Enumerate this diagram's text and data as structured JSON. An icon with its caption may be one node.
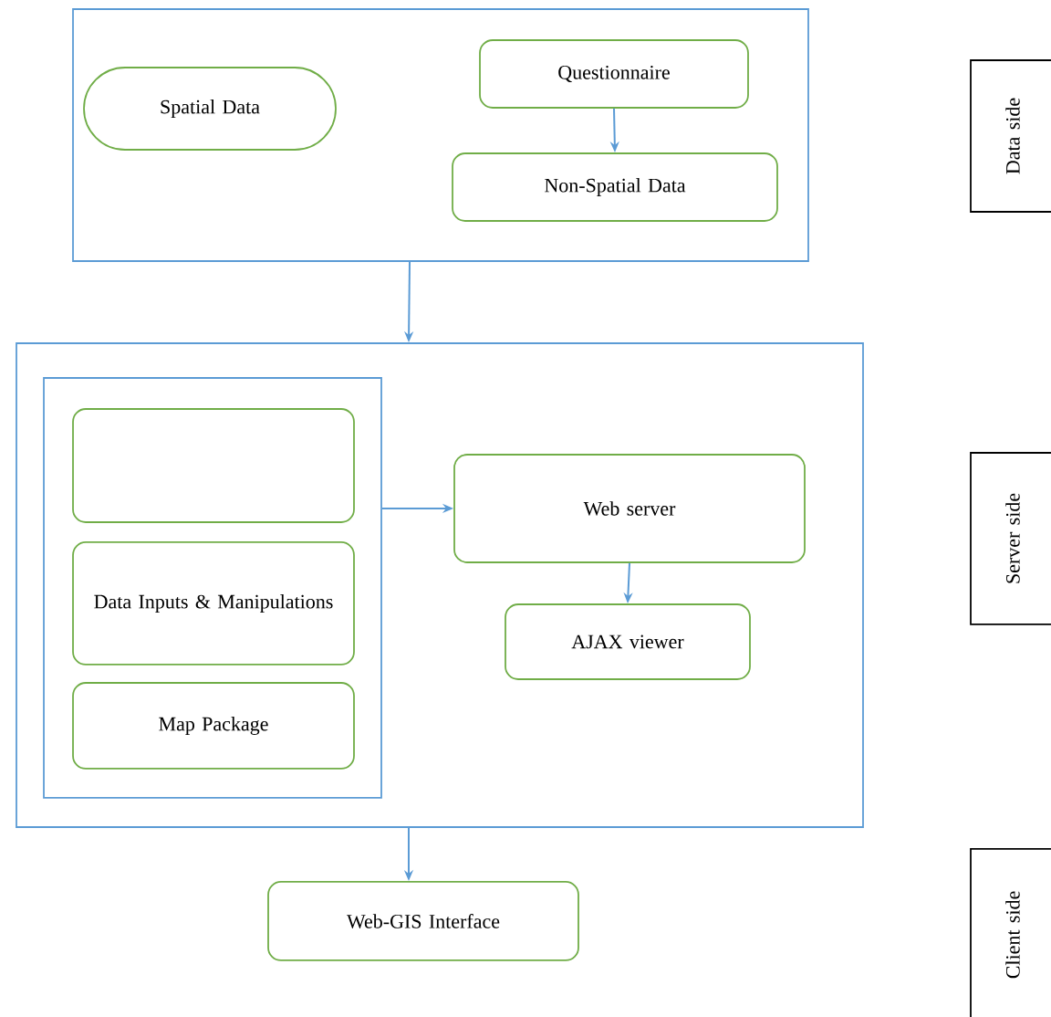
{
  "diagram": {
    "nodes": [
      {
        "text": [],
        "shape": "box"
      },
      {
        "text": [
          "Spatial Data"
        ],
        "in": 0
      },
      {
        "text": [
          "Questionnaire"
        ],
        "in": 0
      },
      {
        "text": [
          "Non-Spatial Data"
        ],
        "in": 0
      },
      {
        "text": [
          "Data side"
        ]
      },
      {
        "text": [],
        "shape": "box"
      },
      {
        "text": [],
        "shape": "box",
        "in": 5
      },
      {
        "text": [],
        "shape": "box",
        "in": 6
      },
      {
        "text": [
          "Data Inputs & Manipulations"
        ],
        "in": 6
      },
      {
        "text": [
          "Map Package"
        ],
        "in": 6
      },
      {
        "text": [
          "Web server"
        ],
        "in": 5
      },
      {
        "text": [
          "AJAX viewer"
        ],
        "in": 5
      },
      {
        "text": [
          "Server side"
        ]
      },
      {
        "text": [
          "Web-GIS Interface"
        ]
      },
      {
        "text": [
          "Client side"
        ]
      }
    ],
    "edges": [
      {
        "from": 2,
        "to": 3,
        "arrow": "to"
      },
      {
        "from": 0,
        "to": 5,
        "arrow": "to"
      },
      {
        "from": 6,
        "to": 10,
        "arrow": "to"
      },
      {
        "from": 10,
        "to": 11,
        "arrow": "to"
      },
      {
        "from": 5,
        "to": 13,
        "arrow": "to"
      }
    ]
  }
}
